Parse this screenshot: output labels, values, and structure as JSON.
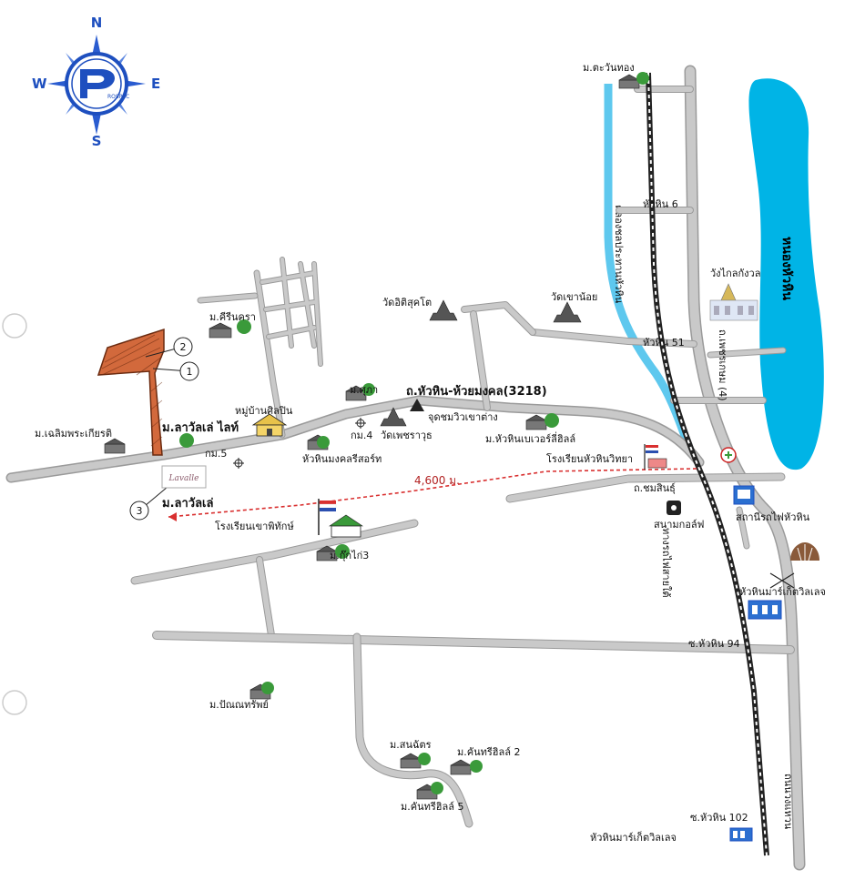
{
  "compass": {
    "n": "N",
    "s": "S",
    "e": "E",
    "w": "W",
    "brand": "ROSPEC"
  },
  "roads": {
    "main_road": "ถ.หัวหิน-ห้วยมงคล(3218)",
    "phetkasem": "ถ.เพชรเกษม (4)",
    "soi_6": "หัวหิน 6",
    "soi_51": "หัวหิน 51",
    "soi_94": "ซ.หัวหิน 94",
    "soi_102": "ซ.หัวหิน 102",
    "chomsin": "ถ.ชมสินธุ์",
    "railway": "ทางรถไฟสายใต้",
    "canal": "คลองชลประทานหัวหิน",
    "ring": "ถนนวงแหวน",
    "km4": "กม.4",
    "km5": "กม.5"
  },
  "places": {
    "ta_wan_thong": "ม.ตะวันทอง",
    "wang_klai": "วังไกลกังวล",
    "wat_khao_noi": "วัดเขาน้อย",
    "wat_ittisukato": "วัดอิติสุคโต",
    "kirinkra": "ม.คีรีนครา",
    "chaloem": "ม.เฉลิมพระเกียรติ",
    "lavalle_light": "ม.ลาวัลเล่ ไลท์",
    "lavalle": "ม.ลาวัลเล่",
    "silapin": "หมู่บ้านศิลปิน",
    "mongkol_resort": "หัวหินมงคลรีสอร์ท",
    "m_supa": "ม.ศุภา",
    "wat_phet": "วัดเพชราวุธ",
    "viewpoint": "จุดชมวิวเขาต่าง",
    "hua_hin_beverly": "ม.หัวหินเบเวอร์ลี่ฮิลล์",
    "school_huahin": "โรงเรียนหัวหินวิทยา",
    "school_khao": "โรงเรียนเขาพิทักษ์",
    "kukkai": "ม.กุ๊กไก่3",
    "golf": "สนามกอล์ฟ",
    "station": "สถานีรถไฟหัวหิน",
    "market_village": "หัวหินมาร์เก็ตวิลเลจ",
    "market_village_2": "หัวหินมาร์เก็ตวิลเลจ",
    "panyasap": "ม.ปัณณทรัพย์",
    "sonchatra": "ม.สนฉัตร",
    "country_hill_2": "ม.คันทรีฮิลล์ 2",
    "country_hill_5": "ม.คันทรีฮิลล์ 5",
    "lake": "หนองหัวหิน"
  },
  "distance": "4,600 ม.",
  "markers": {
    "m1": "1",
    "m2": "2",
    "m3": "3"
  },
  "sign_text": "Lavalle",
  "colors": {
    "road": "#c9c9c9",
    "water": "#00b4e6",
    "parcel": "#d2693c",
    "route": "#d93030",
    "compass": "#1e4fbf"
  }
}
